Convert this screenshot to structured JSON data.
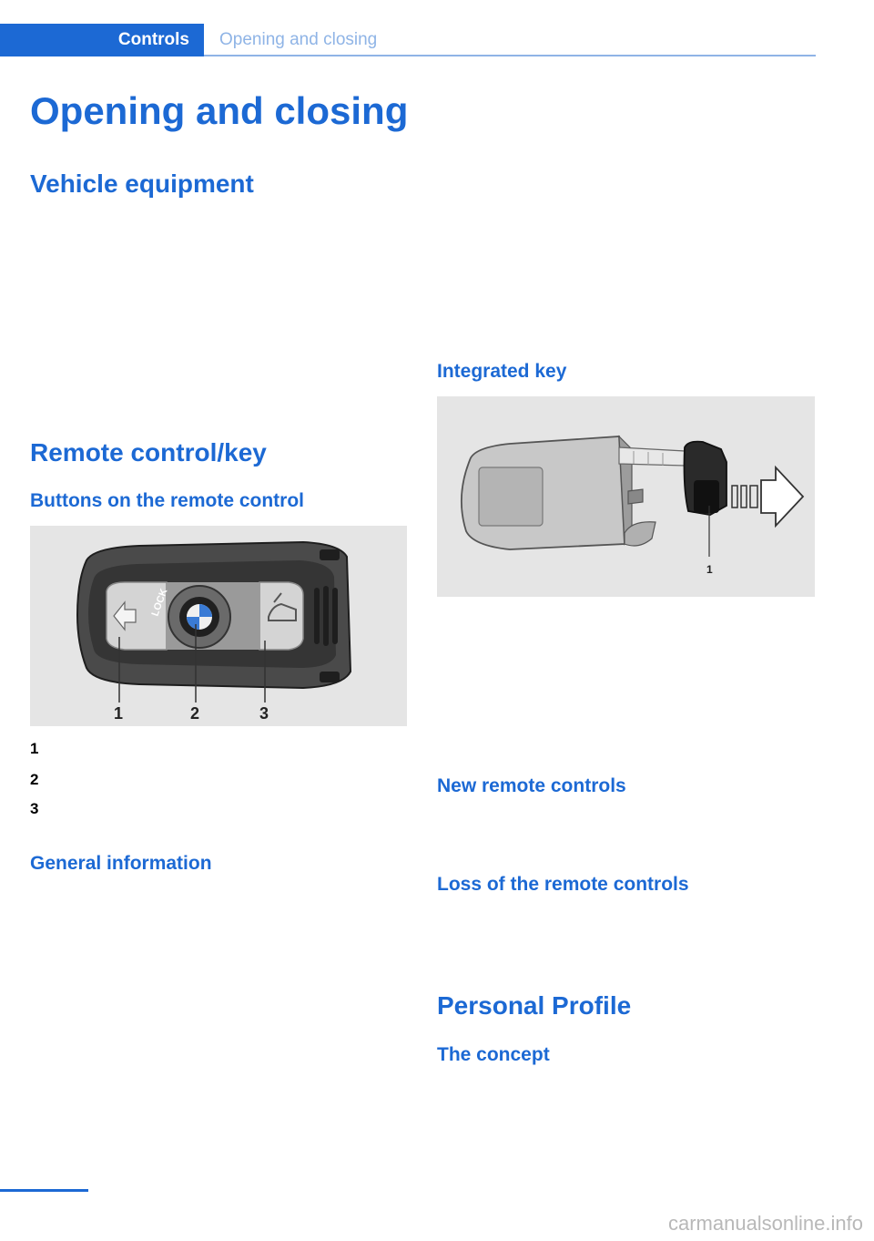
{
  "header": {
    "section_tab": "Controls",
    "current_tab": "Opening and closing"
  },
  "page": {
    "title": "Opening and closing",
    "section_vehicle_equipment": "Vehicle equipment",
    "section_remote": "Remote control/key",
    "sub_buttons": "Buttons on the remote control",
    "figure_remote_labels": [
      "1",
      "2",
      "3"
    ],
    "figure_remote_lock_text": "LOCK",
    "callouts": [
      "1",
      "2",
      "3"
    ],
    "sub_general": "General information",
    "sub_integrated_key": "Integrated key",
    "figure_key_label": "1",
    "sub_new_remotes": "New remote controls",
    "sub_loss_remotes": "Loss of the remote controls",
    "section_profile": "Personal Profile",
    "sub_concept": "The concept"
  },
  "watermark": "carmanualsonline.info",
  "colors": {
    "accent": "#1c69d4",
    "accent_light": "#8fb4e6",
    "figure_bg": "#e5e5e5"
  }
}
